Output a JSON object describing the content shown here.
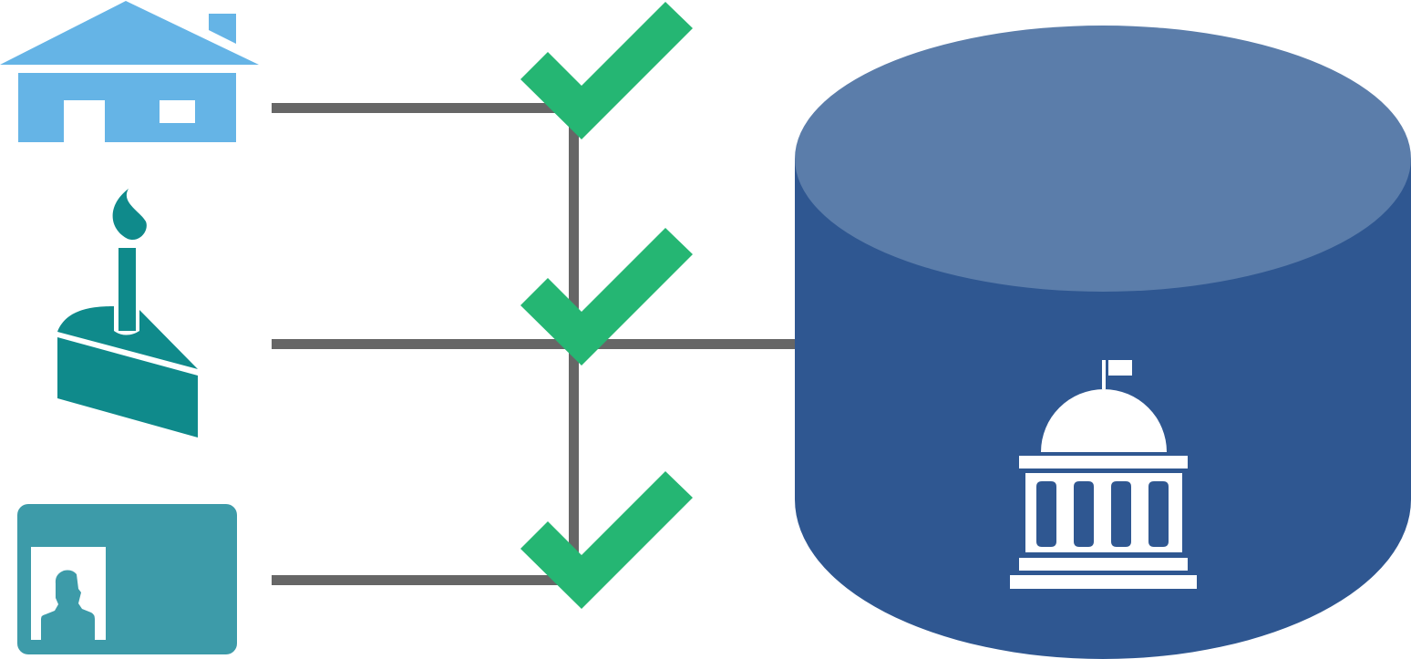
{
  "colors": {
    "house": "#65B4E6",
    "cake": "#0F8A8B",
    "id_card": "#3D9BA9",
    "connector": "#666666",
    "check": "#25B673",
    "database_top": "#5B7DAA",
    "database_body": "#2F5791",
    "government_icon": "#FFFFFF"
  },
  "sources": [
    {
      "name": "address",
      "icon": "house-icon",
      "verified": true
    },
    {
      "name": "date-of-birth",
      "icon": "birthday-cake-icon",
      "verified": true
    },
    {
      "name": "identity-document",
      "icon": "id-card-icon",
      "verified": true
    }
  ],
  "target": {
    "name": "government-database",
    "icon": "government-building-icon"
  }
}
